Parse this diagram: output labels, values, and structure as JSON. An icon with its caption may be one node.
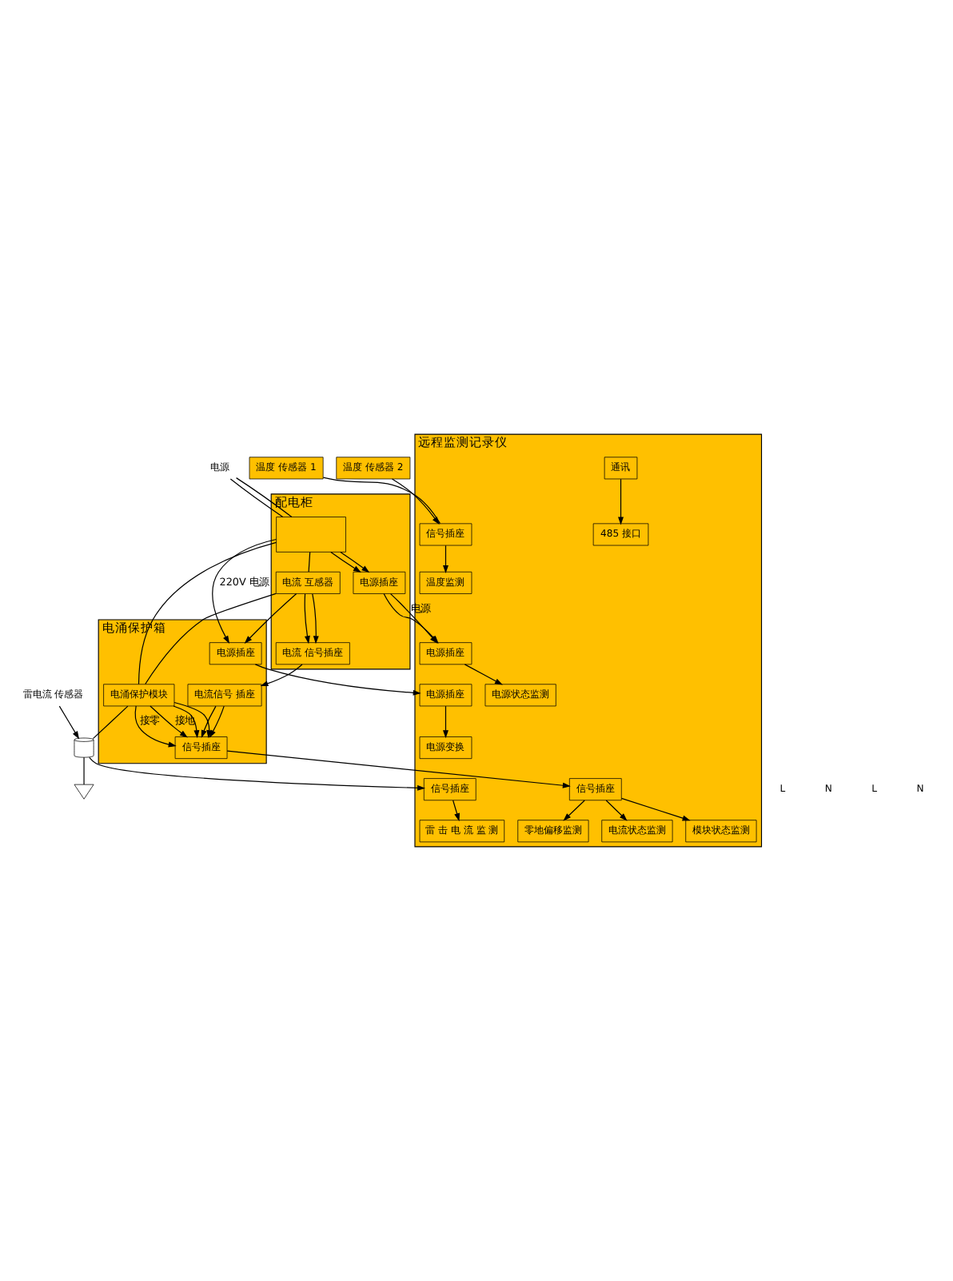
{
  "diagram": {
    "nodes": [
      {
        "text": [
          "配电柜"
        ]
      },
      {
        "text": [],
        "shape": "box",
        "in": 0
      },
      {
        "text": [
          "电源插座"
        ],
        "in": 0
      },
      {
        "text": [
          "电流 互感器"
        ],
        "in": 0
      },
      {
        "text": [
          "电流 信号插座"
        ],
        "in": 0
      },
      {
        "text": [
          "电涌保护箱"
        ]
      },
      {
        "text": [
          "电流信号 插座"
        ],
        "in": 5
      },
      {
        "text": [
          "电涌保护模块"
        ],
        "in": 5
      },
      {
        "text": [
          "信号插座"
        ],
        "in": 5
      },
      {
        "text": [
          "电源插座"
        ],
        "in": 5
      },
      {
        "text": [
          "远程监测记录仪"
        ]
      },
      {
        "text": [
          "电源插座"
        ],
        "in": 10
      },
      {
        "text": [
          "信号插座"
        ],
        "in": 10
      },
      {
        "text": [
          "电源状态监测"
        ],
        "in": 10
      },
      {
        "text": [
          "温度监测"
        ],
        "in": 10
      },
      {
        "text": [
          "信号插座"
        ],
        "in": 10
      },
      {
        "text": [
          "电流状态监测"
        ],
        "in": 10
      },
      {
        "text": [
          "模块状态监测"
        ],
        "in": 10
      },
      {
        "text": [
          "零地偏移监测"
        ],
        "in": 10
      },
      {
        "text": [
          "通讯"
        ],
        "in": 10
      },
      {
        "text": [
          "485 接口"
        ],
        "in": 10
      },
      {
        "text": [
          "雷 击 电 流 监 测"
        ],
        "in": 10
      },
      {
        "text": [
          "电源插座"
        ],
        "in": 10
      },
      {
        "text": [
          "电源变换"
        ],
        "in": 10
      },
      {
        "text": [
          "信号插座"
        ],
        "in": 10
      },
      {
        "text": [
          "温度 传感器 1"
        ]
      },
      {
        "text": [
          "温度 传感器 2"
        ]
      },
      {
        "text": [],
        "shape": "cylinder"
      },
      {
        "text": [
          "雷电流 传感器"
        ]
      },
      {
        "text": [],
        "shape": "triangle"
      },
      {
        "text": [
          "电源"
        ]
      }
    ],
    "edges": [
      {
        "from": 30,
        "to": 1,
        "arrow": "none"
      },
      {
        "from": 30,
        "to": 1,
        "arrow": "none"
      },
      {
        "from": 1,
        "to": 2,
        "arrow": "to"
      },
      {
        "from": 1,
        "to": 2,
        "arrow": "to"
      },
      {
        "from": 1,
        "to": 3,
        "arrow": "none"
      },
      {
        "from": 3,
        "to": 4,
        "arrow": "to"
      },
      {
        "from": 3,
        "to": 4,
        "arrow": "to"
      },
      {
        "from": 2,
        "to": 11,
        "arrow": "to",
        "label": "电源"
      },
      {
        "from": 2,
        "to": 11,
        "arrow": "to"
      },
      {
        "from": 4,
        "to": 6,
        "arrow": "to"
      },
      {
        "from": 3,
        "to": 7,
        "arrow": "none"
      },
      {
        "from": 1,
        "to": 7,
        "arrow": "none"
      },
      {
        "from": 6,
        "to": 8,
        "arrow": "to"
      },
      {
        "from": 6,
        "to": 8,
        "arrow": "to"
      },
      {
        "from": 7,
        "to": 8,
        "arrow": "to"
      },
      {
        "from": 7,
        "to": 8,
        "arrow": "to"
      },
      {
        "from": 7,
        "to": 8,
        "arrow": "to",
        "label": "接零"
      },
      {
        "from": 7,
        "to": 8,
        "arrow": "to",
        "label": "接地"
      },
      {
        "from": 1,
        "to": 9,
        "arrow": "to",
        "label": "220V 电源"
      },
      {
        "from": 3,
        "to": 9,
        "arrow": "to"
      },
      {
        "from": 8,
        "to": 15,
        "arrow": "to"
      },
      {
        "from": 9,
        "to": 22,
        "arrow": "to"
      },
      {
        "from": 25,
        "to": 12,
        "arrow": "none"
      },
      {
        "from": 26,
        "to": 12,
        "arrow": "to"
      },
      {
        "from": 11,
        "to": 13,
        "arrow": "to"
      },
      {
        "from": 12,
        "to": 14,
        "arrow": "to"
      },
      {
        "from": 15,
        "to": 16,
        "arrow": "to"
      },
      {
        "from": 15,
        "to": 17,
        "arrow": "to"
      },
      {
        "from": 15,
        "to": 18,
        "arrow": "to"
      },
      {
        "from": 19,
        "to": 20,
        "arrow": "to"
      },
      {
        "from": 22,
        "to": 23,
        "arrow": "to"
      },
      {
        "from": 24,
        "to": 21,
        "arrow": "to"
      },
      {
        "from": 7,
        "to": 27,
        "arrow": "none"
      },
      {
        "from": 27,
        "to": 24,
        "arrow": "to"
      },
      {
        "from": 27,
        "to": 29,
        "arrow": "none"
      },
      {
        "from": 28,
        "to": 27,
        "arrow": "to"
      }
    ],
    "labels": [
      "L",
      "N",
      "L",
      "N"
    ]
  }
}
